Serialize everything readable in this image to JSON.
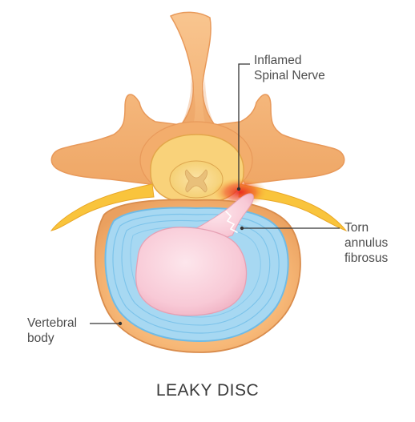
{
  "labels": {
    "nerve": [
      "Inflamed",
      "Spinal Nerve"
    ],
    "torn": [
      "Torn",
      "annulus",
      "fibrosus"
    ],
    "body": [
      "Vertebral",
      "body"
    ]
  },
  "caption": "LEAKY DISC",
  "colors": {
    "bone": "#f7b877",
    "bone_shade": "#e8995a",
    "nerve": "#f9c43c",
    "inflammation": "#e8251f",
    "annulus": "#a7d8f2",
    "annulus_ring": "#6fbbe6",
    "nucleus": "#f9d3de",
    "leader": "#333333"
  }
}
